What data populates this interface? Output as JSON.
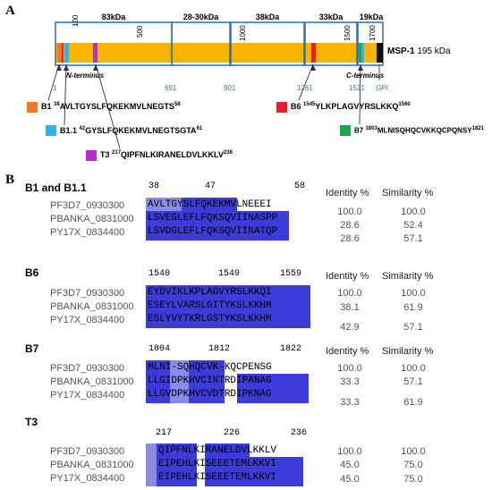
{
  "panel_a": {
    "label": "A",
    "protein_label": "MSP-1",
    "protein_size": "195 kDa",
    "domain_kda": [
      "83kDa",
      "28-30kDa",
      "38kDa",
      "33kDa",
      "19kDa"
    ],
    "scale_ticks": [
      "100",
      "500",
      "1000",
      "1500",
      "1700"
    ],
    "positions": [
      "1",
      "691",
      "901",
      "1261",
      "1521"
    ],
    "n_terminus": "N-terminus",
    "c_terminus": "C-terminus",
    "gpi": "GPI",
    "epitopes": [
      {
        "name": "B1",
        "start": "38",
        "seq": "AVLTGYSLFQKEKMVLNEGTS",
        "end": "58",
        "color": "#f07a20"
      },
      {
        "name": "B1.1",
        "start": "42",
        "seq": "GYSLFQKEKMVLNEGTSGTA",
        "end": "61",
        "color": "#2eb4ec"
      },
      {
        "name": "T3",
        "start": "217",
        "seq": "QIPFNLKIRANELDVLKKLV",
        "end": "236",
        "color": "#b52fc8"
      },
      {
        "name": "B6",
        "start": "1545",
        "seq": "YLKPLAGVYRSLKKQ",
        "end": "1560",
        "color": "#ee1c24"
      },
      {
        "name": "B7",
        "start": "1803",
        "seq": "MLNISQHQCVKKQCPQNSY",
        "end": "1821",
        "color": "#1aa84a"
      }
    ]
  },
  "panel_b": {
    "label": "B",
    "identity_header": "Identity %",
    "similarity_header": "Similarity %",
    "sections": [
      {
        "title": "B1 and B1.1",
        "numbers": [
          "38",
          "47",
          "58"
        ],
        "rows": [
          {
            "name": "PF3D7_0930300",
            "seq": "AVLTGYSLFQKEKMVLNEEEI",
            "identity": "100.0",
            "similarity": "100.0"
          },
          {
            "name": "PBANKA_0831000",
            "seq": "LSVEGLEFLFQKSQVIINASPP",
            "identity": "28.6",
            "similarity": "52.4"
          },
          {
            "name": "PY17X_0834400",
            "seq": "LSVDGLEFLFQKSQVIINATQP",
            "identity": "28.6",
            "similarity": "57.1"
          }
        ]
      },
      {
        "title": "B6",
        "numbers": [
          "1540",
          "1549",
          "1559"
        ],
        "rows": [
          {
            "name": "PF3D7_0930300",
            "seq": "EYDVIKLKPLAGVYRSLKKQI",
            "identity": "100.0",
            "similarity": "100.0"
          },
          {
            "name": "PBANKA_0831000",
            "seq": "ESEYLVARSLGITYKSLKKHM",
            "identity": "38.1",
            "similarity": "61.9"
          },
          {
            "name": "PY17X_0834400",
            "seq": "ESLYVYTKRLGSTYKSLKKHM",
            "identity": "42.9",
            "similarity": "57.1"
          }
        ]
      },
      {
        "title": "B7",
        "numbers": [
          "1804",
          "1812",
          "1822"
        ],
        "rows": [
          {
            "name": "PF3D7_0930300",
            "seq": "MLNI-SQHQCVK-KQCPENSG",
            "identity": "100.0",
            "similarity": "100.0"
          },
          {
            "name": "PBANKA_0831000",
            "seq": "LLGIDPKHVCINTRDIPANAG",
            "identity": "33.3",
            "similarity": "57.1"
          },
          {
            "name": "PY17X_0834400",
            "seq": "LLGVDPKHVCVDTRDIPKNAG",
            "identity": "33.3",
            "similarity": "61.9"
          }
        ]
      },
      {
        "title": "T3",
        "numbers": [
          "217",
          "226",
          "236"
        ],
        "rows": [
          {
            "name": "PF3D7_0930300",
            "seq": "QIPFNLKIRANELDVLKKLV",
            "identity": "100.0",
            "similarity": "100.0"
          },
          {
            "name": "PBANKA_0831000",
            "seq": "EIPEHLKISEEETEMLKKVI",
            "identity": "45.0",
            "similarity": "75.0"
          },
          {
            "name": "PY17X_0834400",
            "seq": "EIPEHLKISEEETEMLKKVI",
            "identity": "45.0",
            "similarity": "75.0"
          }
        ]
      }
    ]
  }
}
